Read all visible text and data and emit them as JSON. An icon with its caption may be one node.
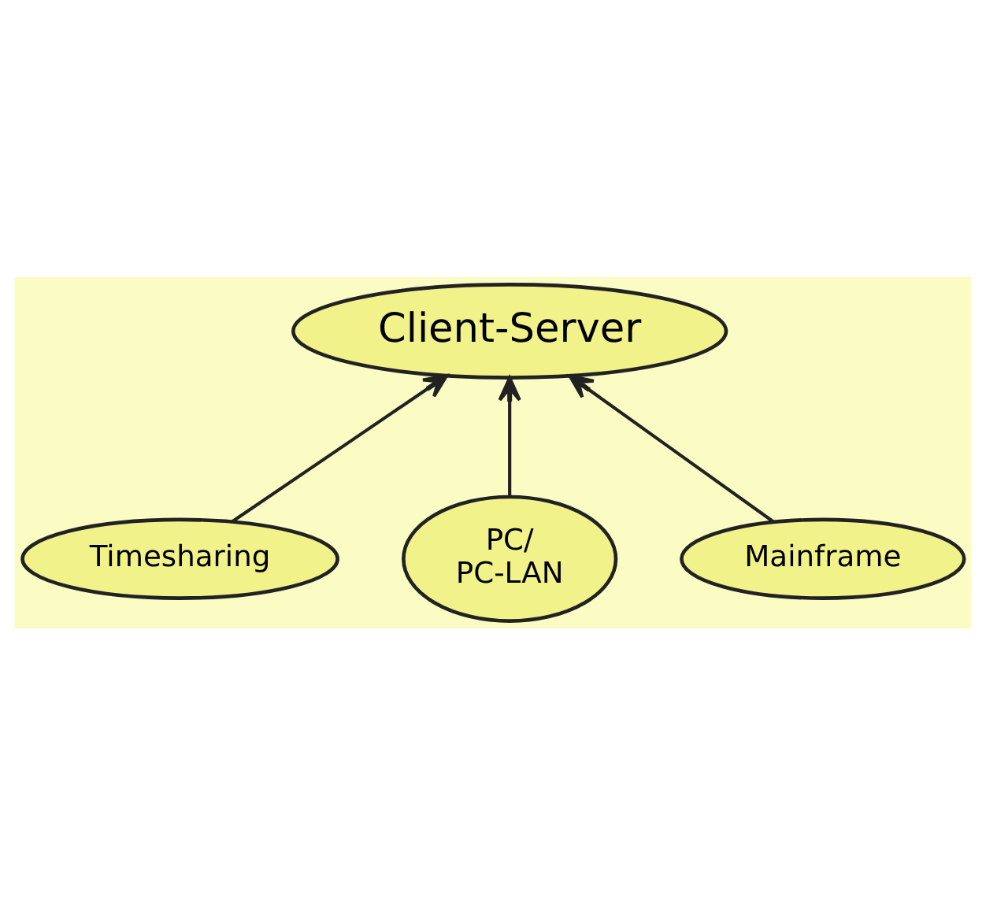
{
  "diagram": {
    "nodes": [
      {
        "text": [
          "Client-Server"
        ]
      },
      {
        "text": [
          "Timesharing"
        ]
      },
      {
        "text": [
          "PC/ PC-LAN"
        ]
      },
      {
        "text": [
          "Mainframe"
        ]
      }
    ],
    "edges": [
      {
        "from": 1,
        "to": 0,
        "arrow": "to"
      },
      {
        "from": 2,
        "to": 0,
        "arrow": "to"
      },
      {
        "from": 3,
        "to": 0,
        "arrow": "to"
      }
    ]
  }
}
